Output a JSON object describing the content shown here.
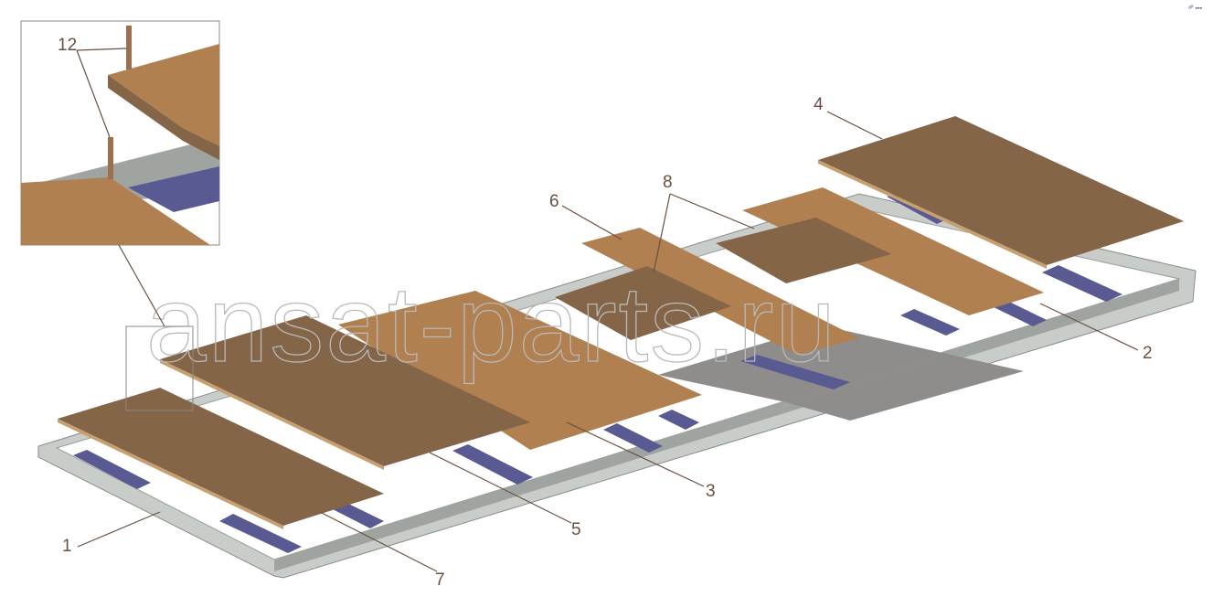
{
  "title": "Floor panels assembly – exploded view",
  "watermark": "ansat-parts.ru",
  "corner_mark": "ᵃᴾ ▪▪▪",
  "callouts": {
    "c1": "1",
    "c2": "2",
    "c3": "3",
    "c4": "4",
    "c5": "5",
    "c6": "6",
    "c7": "7",
    "c8": "8",
    "c12": "12"
  },
  "colors": {
    "panel_dark": "#856548",
    "panel_light": "#b08050",
    "crossbar": "#5a5a92",
    "frame": "#c9cdc9",
    "frame_shade": "#a0a4a0",
    "floor_gray": "#8f8c8c",
    "label": "#6a5040"
  }
}
